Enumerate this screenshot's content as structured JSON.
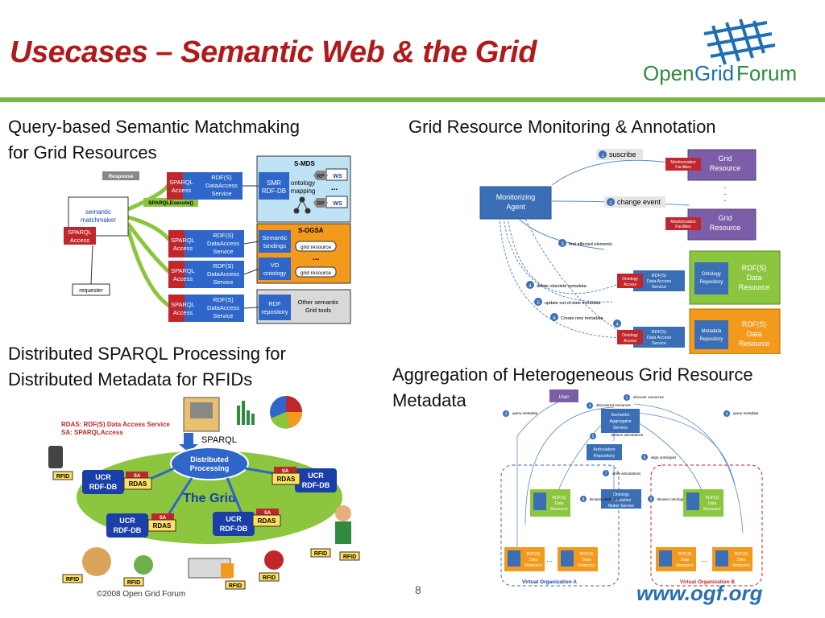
{
  "title": "Usecases – Semantic Web & the Grid",
  "logo": {
    "text_open": "Open",
    "text_grid": "Grid",
    "text_forum": "Forum",
    "icon": "ogf-grid-logo-icon"
  },
  "captions": {
    "tl_line1": "Query-based Semantic Matchmaking",
    "tl_line2": "for Grid Resources",
    "tr": "Grid Resource Monitoring & Annotation",
    "bl_line1": "Distributed SPARQL Processing for",
    "bl_line2": "Distributed Metadata for RFIDs",
    "br_line1": "Aggregation of Heterogeneous Grid Resource",
    "br_line2": "Metadata"
  },
  "tl": {
    "response": "Response",
    "sparql_execute": "SPARQLExecute()",
    "semantic_matchmaker": [
      "semantic",
      "matchmaker"
    ],
    "sparql_access": [
      "SPARQL",
      "Access"
    ],
    "rdfs_das": [
      "RDF(S)",
      "DataAccess",
      "Service"
    ],
    "requester": "requester",
    "smds": "S-MDS",
    "smr": [
      "SMR",
      "RDF-DB"
    ],
    "ontology_mapping": [
      "ontology",
      "mapping"
    ],
    "rp": "RP",
    "ws": "WS",
    "dots": "...",
    "sogsa": "S-OGSA",
    "semantic_bindings": [
      "Semantic",
      "bindings"
    ],
    "grid_resource": "grid resource",
    "vo_ontology": [
      "VO",
      "ontology"
    ],
    "rdf_repository": [
      "RDF",
      "repository"
    ],
    "other_tools": [
      "Other semantic",
      "Grid tools"
    ]
  },
  "tr": {
    "monitorizing_agent": [
      "Monitorizing",
      "Agent"
    ],
    "grid_resource": [
      "Grid",
      "Resource"
    ],
    "monitorization_facilities": [
      "Monitorization",
      "Facilities"
    ],
    "dots": "·",
    "steps": [
      {
        "n": "1",
        "text": "suscribe"
      },
      {
        "n": "2",
        "text": "change event"
      },
      {
        "n": "3",
        "text": "find affected elements"
      },
      {
        "n": "4",
        "text": "delete obsolete metadata"
      },
      {
        "n": "5",
        "text": "update out-of-date metadata"
      },
      {
        "n": "6",
        "text": "Create new metadata"
      }
    ],
    "ontology_access": [
      "Ontology",
      "Access"
    ],
    "rdfs_das": [
      "RDF(S)",
      "Data Access",
      "Service"
    ],
    "ontology_repository": [
      "Ontology",
      "Repository"
    ],
    "metadata_repository": [
      "Metadata",
      "Repository"
    ],
    "rdfs_data_resource": [
      "RDF(S)",
      "Data",
      "Resource"
    ]
  },
  "bl": {
    "legend1": "RDAS: RDF(S) Data Access Service",
    "legend2": "SA: SPARQLAccess",
    "sparql": "SPARQL",
    "distributed_processing": [
      "Distributed",
      "Processing"
    ],
    "the_grid": "The Grid",
    "ucr": [
      "UCR",
      "RDF-DB"
    ],
    "sa": "SA",
    "rdas": "RDAS",
    "rfid": "RFID"
  },
  "br": {
    "user": "User",
    "semantic_aggregator": [
      "Semantic",
      "Aggregator",
      "Service"
    ],
    "articulation_repository": [
      "Articulation",
      "Repository"
    ],
    "ontology_articulation": [
      "Ontology",
      "Articulation",
      "Maker Service"
    ],
    "steps": [
      {
        "n": "1",
        "text": "discover resources"
      },
      {
        "n": "2",
        "text": "query metadata"
      },
      {
        "n": "3",
        "text": "discovered resources"
      },
      {
        "n": "4",
        "text": "query metadata"
      },
      {
        "n": "5",
        "text": "retrieve articulations"
      },
      {
        "n": "6",
        "text": "align ontologies"
      },
      {
        "n": "7",
        "text": "store articulations"
      },
      {
        "n": "8",
        "text": "Browse ontologies"
      },
      {
        "n": "9",
        "text": "Browse ontologies"
      }
    ],
    "rdfs_data_resource": [
      "RDF(S)",
      "Data",
      "Resource"
    ],
    "vo_a": "Virtual Organization A",
    "vo_b": "Virtual Organization B",
    "ellipsis": "..."
  },
  "footer": {
    "copyright": "©2008 Open Grid Forum",
    "page": "8",
    "url": "www.ogf.org"
  }
}
